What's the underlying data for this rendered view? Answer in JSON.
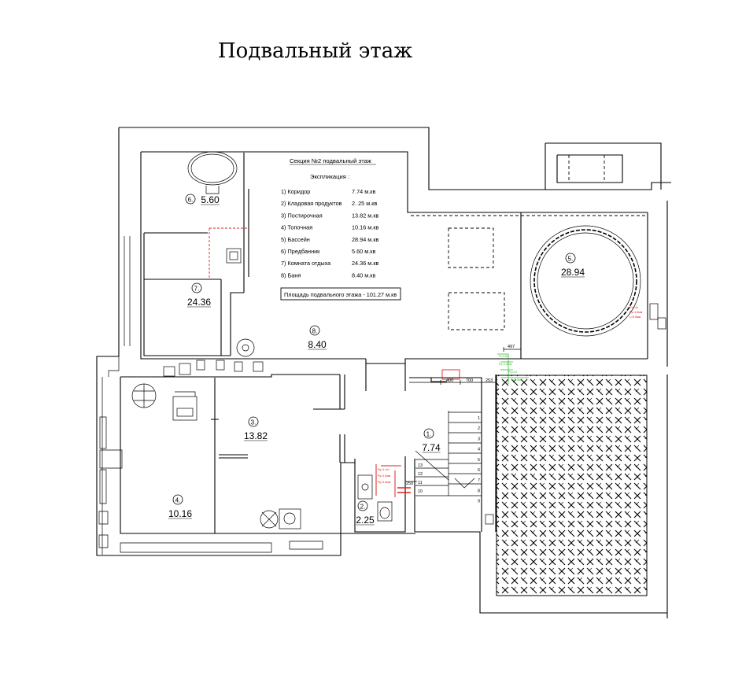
{
  "title": "Подвальный этаж",
  "explication": {
    "section": "Секция №2    подвальный этаж",
    "heading": "Экспликация :",
    "rows": [
      {
        "name": "1) Коридор",
        "area": "7.74 м.кв"
      },
      {
        "name": "2) Кладовая  продуктов",
        "area": "2. 25 м.кв"
      },
      {
        "name": "3) Постирочная",
        "area": "13.82 м.кв"
      },
      {
        "name": "4) Топочная",
        "area": "10.16 м.кв"
      },
      {
        "name": "5) Бассейн",
        "area": "28.94 м.кв"
      },
      {
        "name": "6) Предбанник",
        "area": "5.60 м.кв"
      },
      {
        "name": "7) Комната отдыха",
        "area": "24.36 м.кв"
      },
      {
        "name": "8) Баня",
        "area": "8.40 м.кв"
      }
    ],
    "total": "Площадь подвального  этажа - 101.27 м.кв"
  },
  "rooms": [
    {
      "num": "1.",
      "area": "7.74"
    },
    {
      "num": "2.",
      "area": "2.25"
    },
    {
      "num": "3.",
      "area": "13.82"
    },
    {
      "num": "4.",
      "area": "10.16"
    },
    {
      "num": "5.",
      "area": "28.94"
    },
    {
      "num": "6.",
      "area": "5.60"
    },
    {
      "num": "7.",
      "area": "24.36"
    },
    {
      "num": "8.",
      "area": "8.40"
    }
  ],
  "dimensions": {
    "d_400": "400",
    "d_700": "700",
    "d_253": "253",
    "d_497": "497",
    "d_250": "250"
  },
  "stairs": {
    "right_steps": [
      "1",
      "2",
      "3",
      "4",
      "5",
      "6",
      "7",
      "8",
      "9"
    ],
    "left_steps": [
      "13",
      "12",
      "11",
      "10"
    ]
  },
  "colors": {
    "lines": "#000000",
    "red_markup": "#dd2222",
    "green_markup": "#2db82d"
  }
}
